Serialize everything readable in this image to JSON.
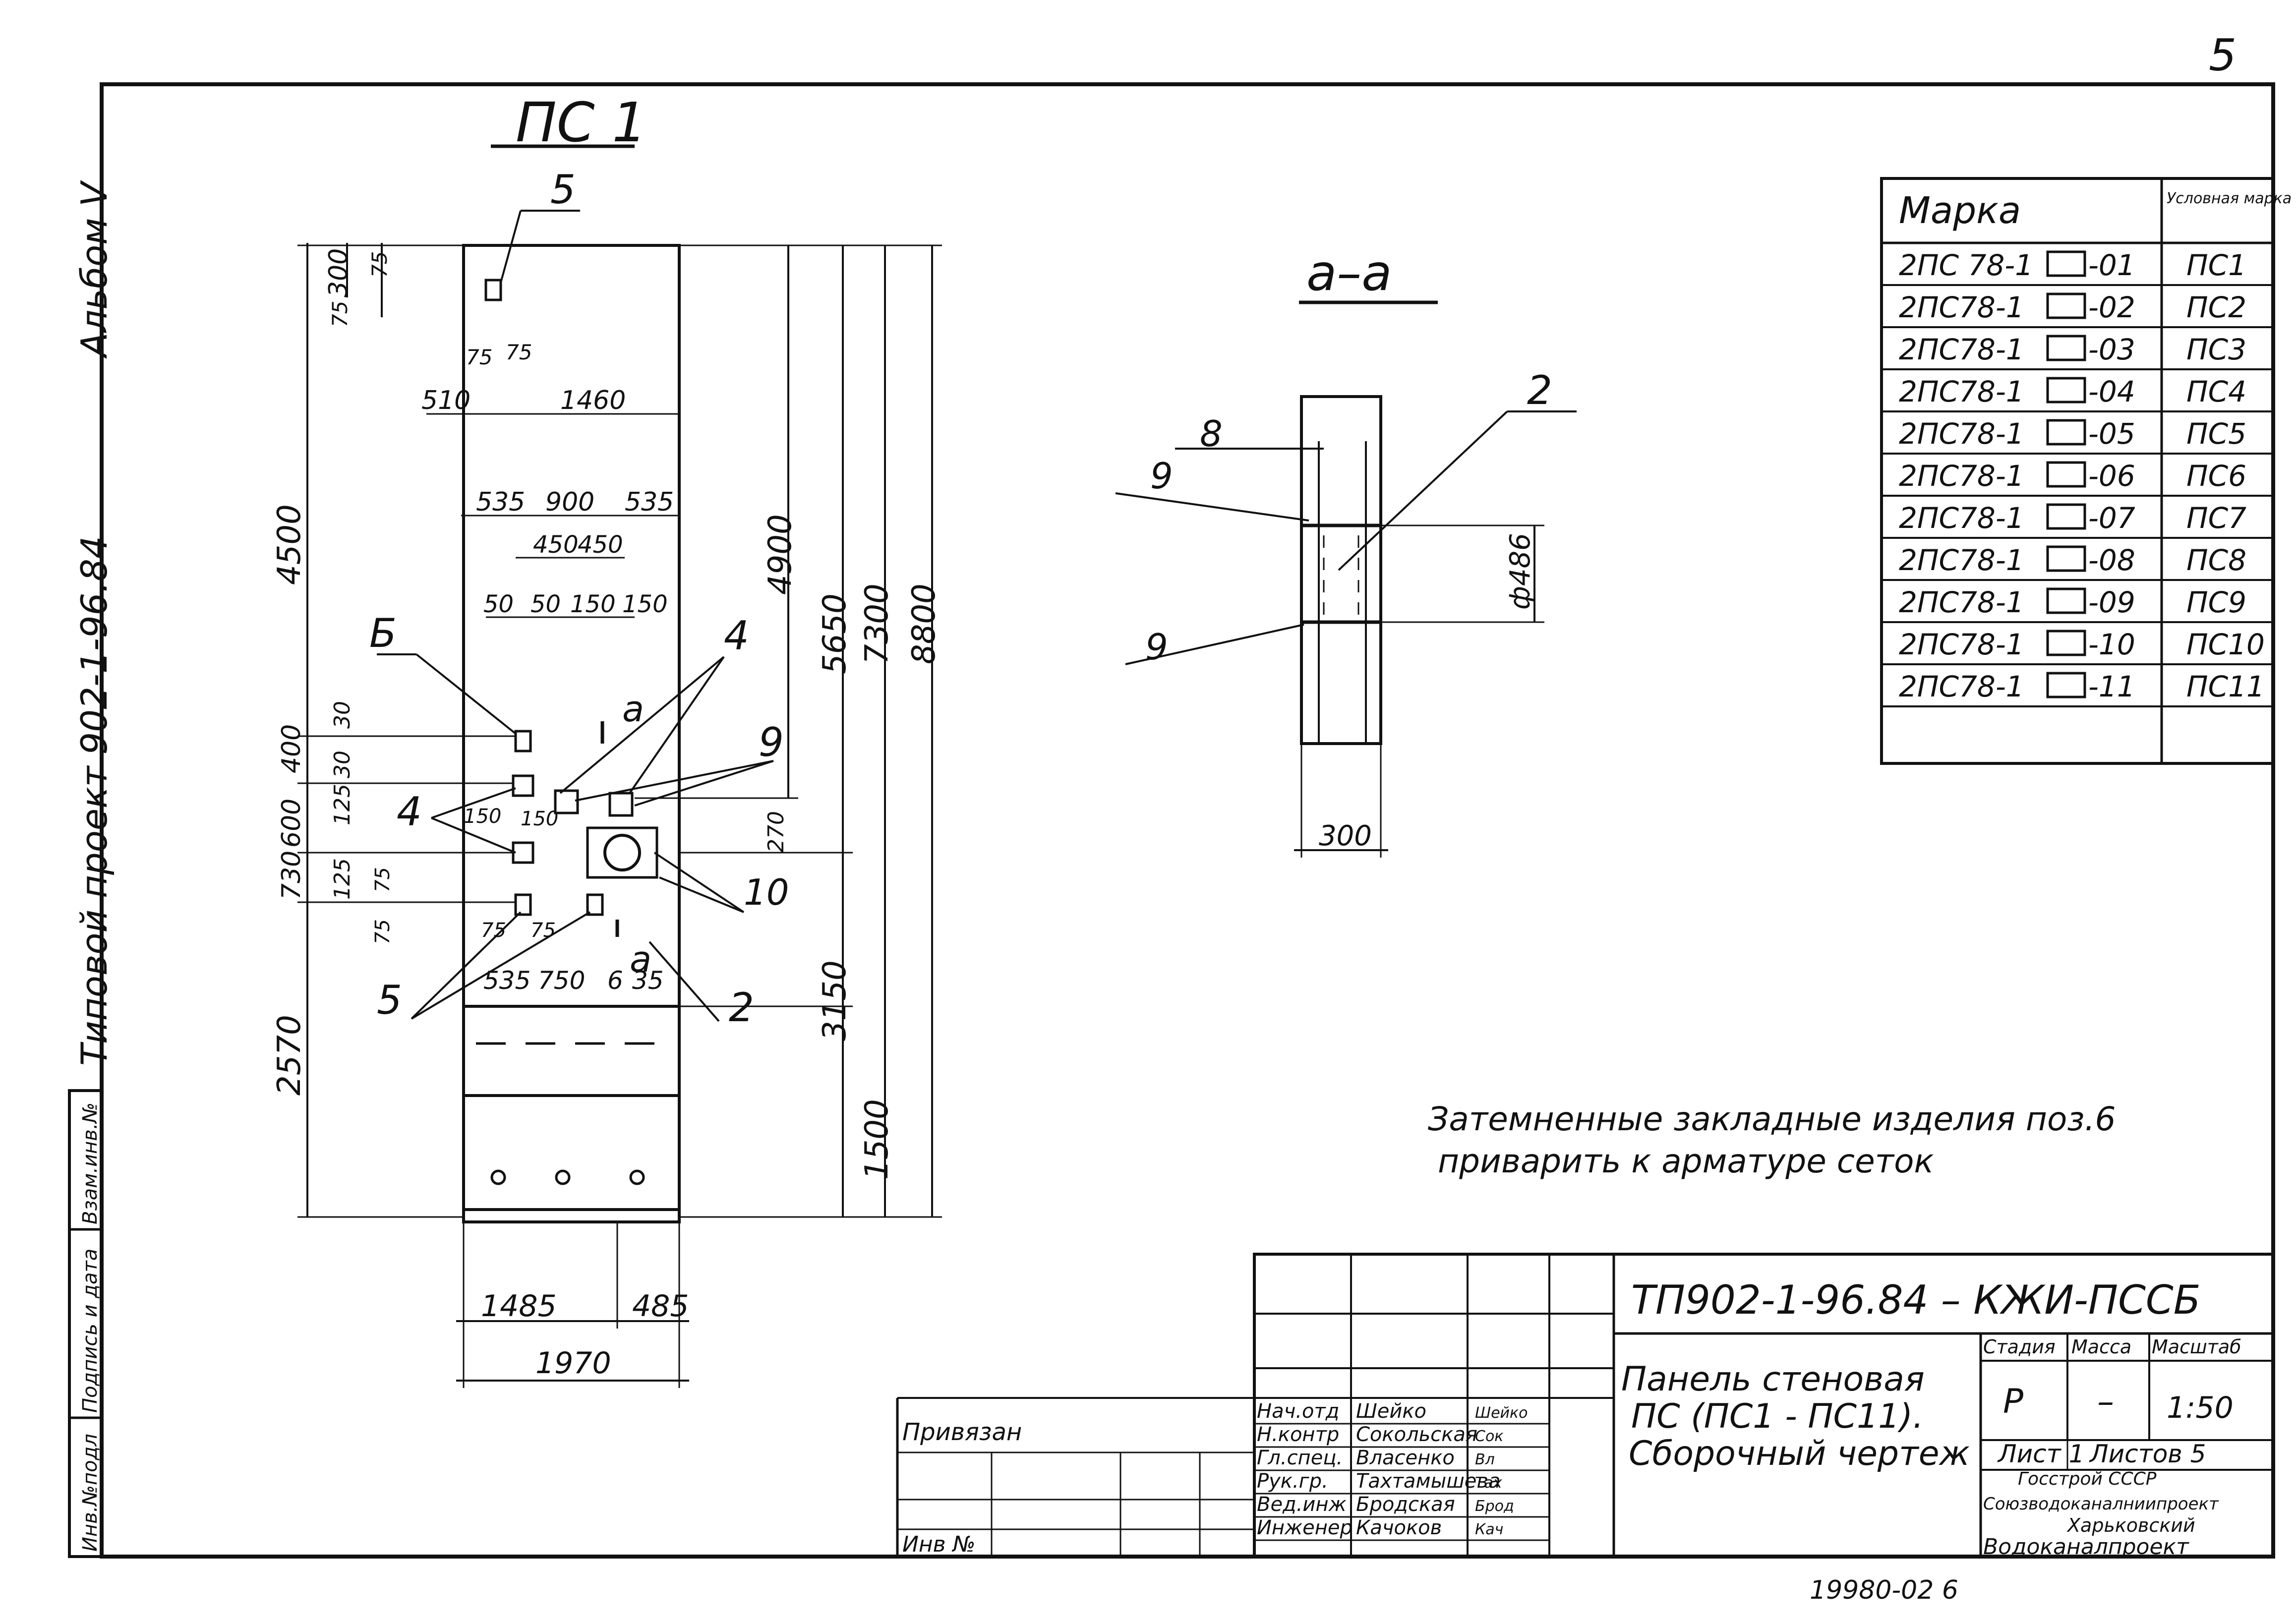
{
  "page_number": "5",
  "side_stamp": {
    "album": "Альбом V",
    "project": "Типовой проект 902-1-96.84",
    "cells": [
      "Инв.№подл",
      "Подпись и дата",
      "Взам.инв.№"
    ]
  },
  "views": {
    "main_title": "ПС 1",
    "section_title": "а–а",
    "section_cut_label": "а"
  },
  "main_dims": {
    "top": [
      "300",
      "75",
      "75",
      "75",
      "75",
      "510",
      "1460"
    ],
    "middle": [
      "535",
      "900",
      "535",
      "450",
      "450",
      "50",
      "50",
      "150",
      "150"
    ],
    "left_side": [
      "4500",
      "400",
      "30",
      "30",
      "600",
      "125",
      "730",
      "125",
      "75",
      "75",
      "2570"
    ],
    "center": [
      "150",
      "150",
      "75",
      "75",
      "270"
    ],
    "bottom_row": [
      "535",
      "750",
      "6",
      "35"
    ],
    "right_side": [
      "4900",
      "5650",
      "7300",
      "8800",
      "3150",
      "1500"
    ],
    "width": [
      "1485",
      "485",
      "1970"
    ]
  },
  "main_callouts": [
    "5",
    "Б",
    "4",
    "4",
    "9",
    "10",
    "5",
    "2"
  ],
  "section_dims": {
    "diameter": "ф486",
    "width": "300"
  },
  "section_callouts": [
    "8",
    "9",
    "9",
    "2"
  ],
  "note": [
    "Затемненные закладные изделия поз.6",
    "приварить к арматуре сеток"
  ],
  "marks_table": {
    "headers": [
      "Марка",
      "Условная марка"
    ],
    "rows": [
      [
        "2ПС 78-1",
        "-01",
        "ПС1"
      ],
      [
        "2ПС78-1",
        "-02",
        "ПС2"
      ],
      [
        "2ПС78-1",
        "-03",
        "ПС3"
      ],
      [
        "2ПС78-1",
        "-04",
        "ПС4"
      ],
      [
        "2ПС78-1",
        "-05",
        "ПС5"
      ],
      [
        "2ПС78-1",
        "-06",
        "ПС6"
      ],
      [
        "2ПС78-1",
        "-07",
        "ПС7"
      ],
      [
        "2ПС78-1",
        "-08",
        "ПС8"
      ],
      [
        "2ПС78-1",
        "-09",
        "ПС9"
      ],
      [
        "2ПС78-1",
        "-10",
        "ПС10"
      ],
      [
        "2ПС78-1",
        "-11",
        "ПС11"
      ]
    ]
  },
  "title_block": {
    "code": "ТП902-1-96.84 – КЖИ-ПССБ",
    "title": [
      "Панель стеновая",
      "ПС (ПС1 - ПС11).",
      "Сборочный чертеж"
    ],
    "stage_header": "Стадия",
    "mass_header": "Масса",
    "scale_header": "Масштаб",
    "stage": "Р",
    "mass": "–",
    "scale": "1:50",
    "sheet": "Лист 1",
    "sheets": "Листов 5",
    "org": [
      "Госстрой СССР",
      "Союзводоканалниипроект",
      "Харьковский",
      "Водоканалпроект"
    ],
    "linked": "Привязан",
    "inv_no": "Инв №",
    "signers": [
      {
        "role": "Нач.отд",
        "name": "Шейко",
        "sig": "Шейко"
      },
      {
        "role": "Н.контр",
        "name": "Сокольская",
        "sig": "Сок"
      },
      {
        "role": "Гл.спец.",
        "name": "Власенко",
        "sig": "Вл"
      },
      {
        "role": "Рук.гр.",
        "name": "Тахтамышева",
        "sig": "Тах"
      },
      {
        "role": "Вед.инж",
        "name": "Бродская",
        "sig": "Брод"
      },
      {
        "role": "Инженер",
        "name": "Качоков",
        "sig": "Кач"
      }
    ]
  },
  "bottom_code": "19980-02   6"
}
